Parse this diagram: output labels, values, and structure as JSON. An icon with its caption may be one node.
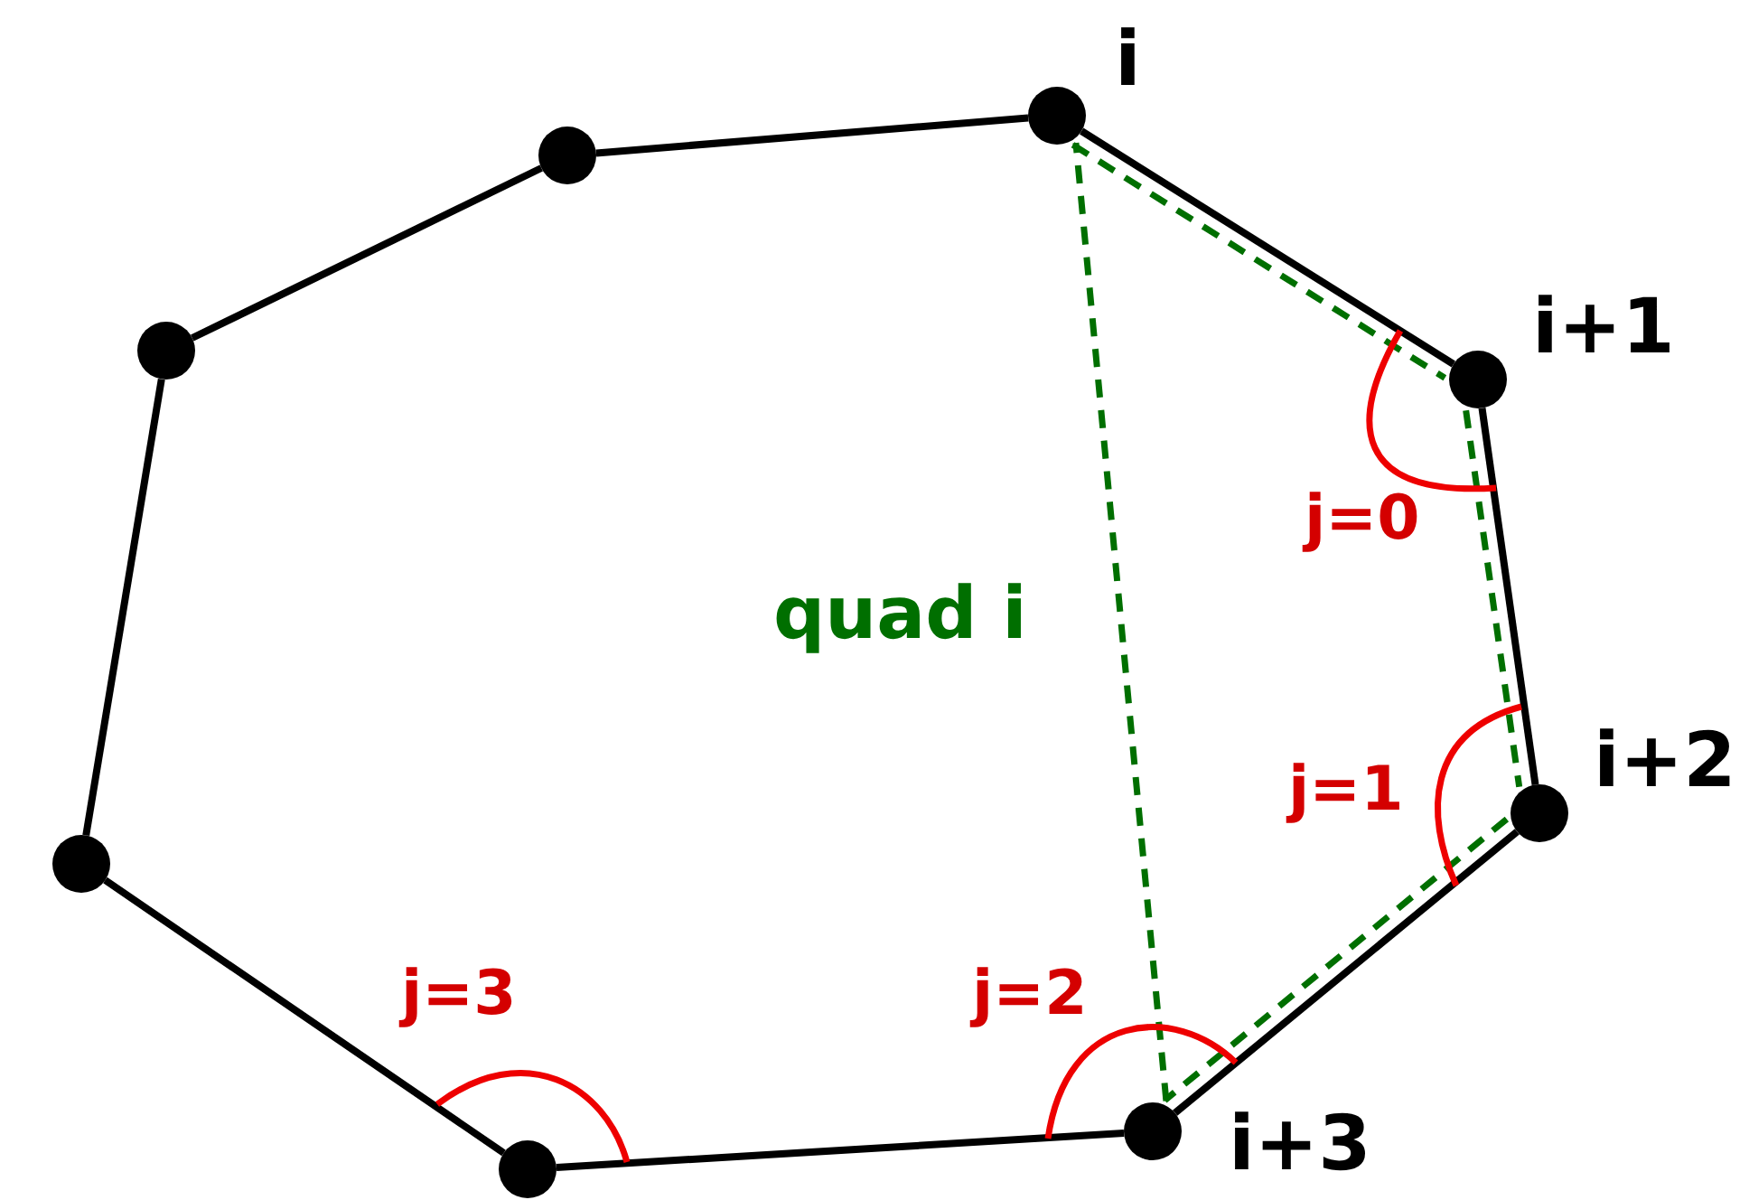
{
  "diagram": {
    "nodes": [
      {
        "text": [],
        "shape": "circle"
      },
      {
        "text": [],
        "shape": "circle"
      },
      {
        "text": [],
        "shape": "circle"
      },
      {
        "text": [],
        "shape": "circle"
      },
      {
        "text": [],
        "shape": "circle",
        "beside": [
          "i"
        ]
      },
      {
        "text": [],
        "shape": "circle",
        "beside": [
          "i+3"
        ]
      },
      {
        "text": [],
        "shape": "circle",
        "beside": [
          "i+1"
        ]
      },
      {
        "text": [],
        "shape": "circle",
        "beside": [
          "i+2"
        ]
      }
    ],
    "edges": [
      {
        "from": 0,
        "to": 1,
        "arrow": "none"
      },
      {
        "from": 1,
        "to": 3,
        "arrow": "none"
      },
      {
        "from": 3,
        "to": 4,
        "arrow": "none"
      },
      {
        "from": 4,
        "to": 6,
        "arrow": "none"
      },
      {
        "from": 6,
        "to": 7,
        "arrow": "none"
      },
      {
        "from": 7,
        "to": 5,
        "arrow": "none"
      },
      {
        "from": 5,
        "to": 2,
        "arrow": "none"
      },
      {
        "from": 2,
        "to": 0,
        "arrow": "none"
      },
      {
        "from": 4,
        "to": 6,
        "arrow": "none",
        "style": "dashed",
        "color": "#006f00"
      },
      {
        "from": 6,
        "to": 7,
        "arrow": "none",
        "style": "dashed",
        "color": "#006f00"
      },
      {
        "from": 7,
        "to": 5,
        "arrow": "none",
        "style": "dashed",
        "color": "#006f00"
      },
      {
        "from": 5,
        "to": 4,
        "arrow": "none",
        "style": "dashed",
        "color": "#006f00"
      }
    ],
    "labels": [
      "quad i",
      "j=0",
      "j=1",
      "j=2",
      "j=3"
    ]
  }
}
